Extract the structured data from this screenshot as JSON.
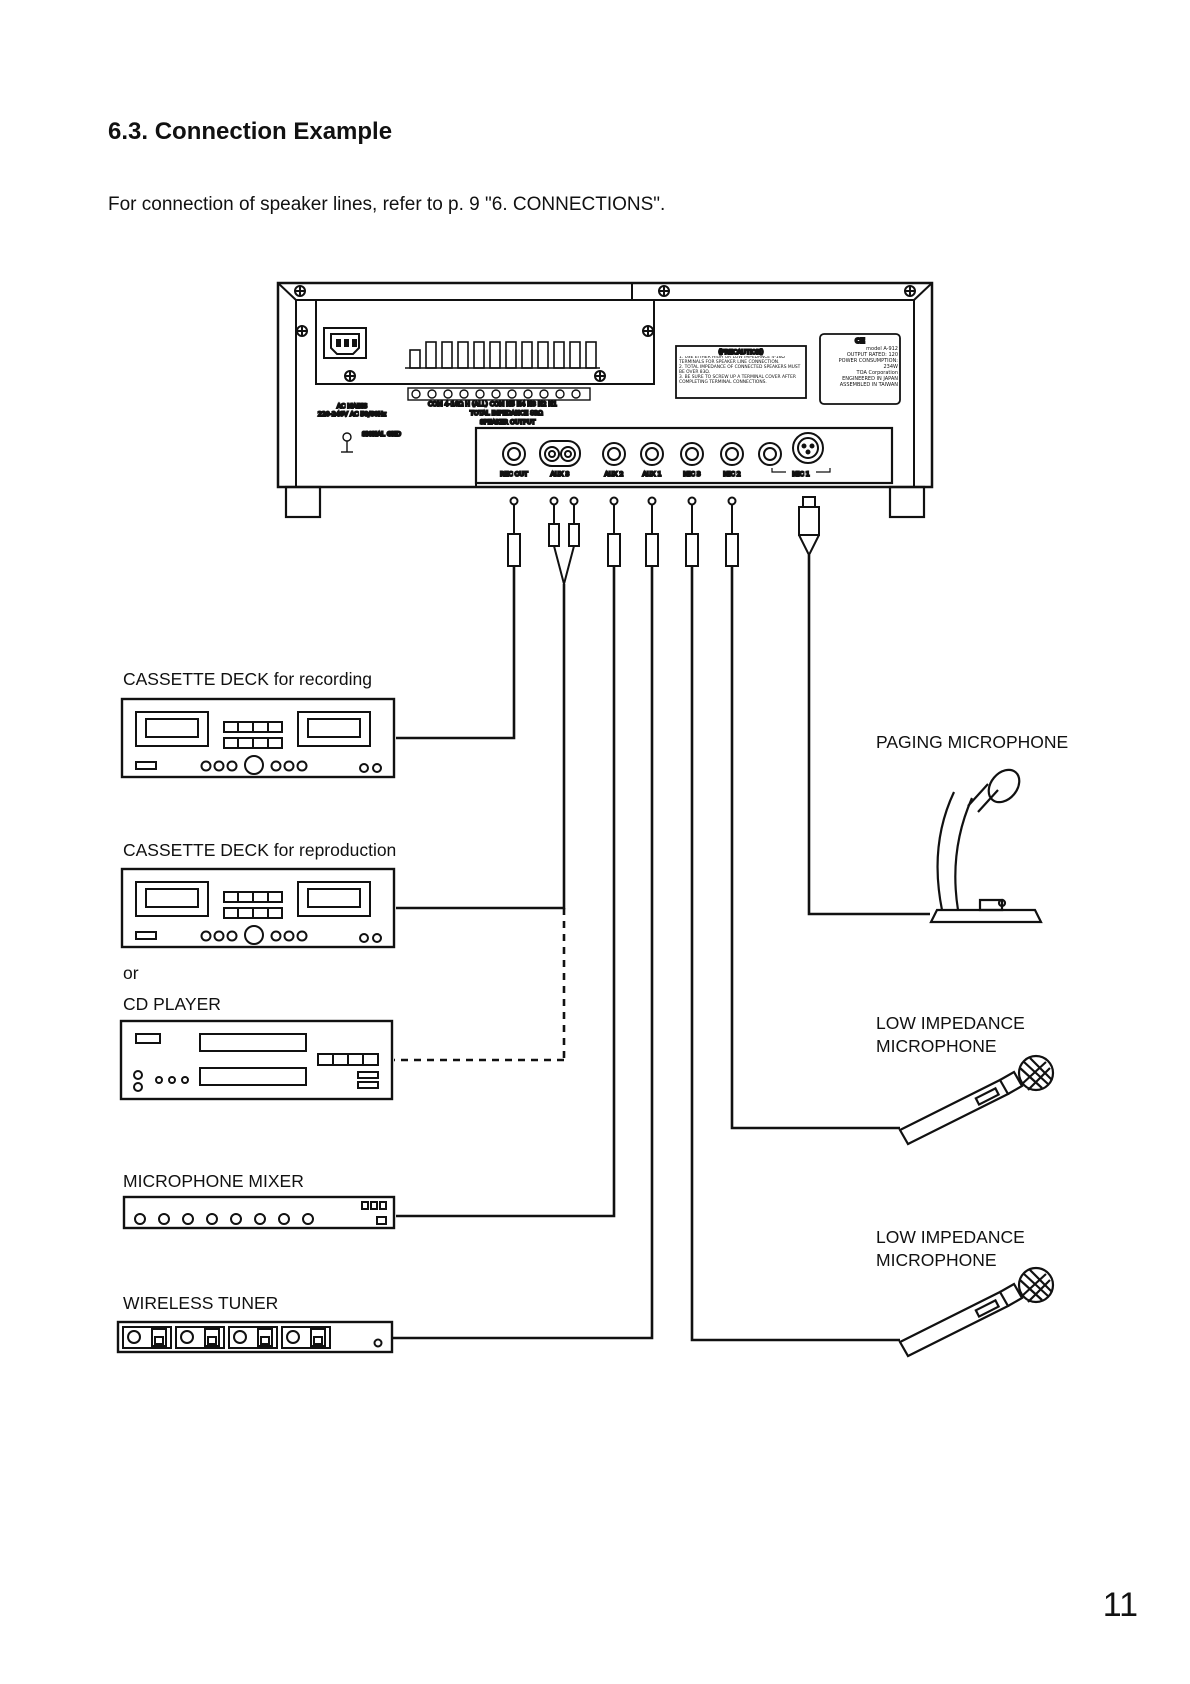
{
  "heading": "6.3. Connection Example",
  "intro": "For connection of speaker lines, refer to p. 9 \"6. CONNECTIONS\".",
  "page_number": "11",
  "amplifier": {
    "ac_mains": "AC MAINS",
    "ac_mains_spec": "220-240V  AC 50/60Hz",
    "signal_gnd": "SIGNAL GND",
    "speaker_terminals": "COM 4-16Ω  H  (ALL) COM  N5  N4  N3  N2  N1",
    "total_impedance": "TOTAL IMPEDANCE 83Ω",
    "speaker_output": "SPEAKER OUTPUT",
    "precaution_title": "(PRECAUTION)",
    "precaution_1": "1. USE EITHER HIGH OR LOW IMPEDANCE 4-16Ω TERMINALS FOR SPEAKER LINE CONNECTION.",
    "precaution_2": "2. TOTAL IMPEDANCE OF CONNECTED SPEAKERS MUST BE OVER 83Ω.",
    "precaution_3": "3. BE SURE TO SCREW UP A TERMINAL COVER AFTER COMPLETING TERMINAL CONNECTIONS.",
    "ce_mark": "CE",
    "model": "model  A-912",
    "output_rated": "OUTPUT RATED: 120",
    "power_consumption": "POWER CONSUMPTION:",
    "power_value": "234W",
    "maker": "TOA Corporation",
    "engineered": "ENGINEERED IN JAPAN",
    "assembled": "ASSEMBLED IN TAIWAN",
    "jacks": [
      "REC OUT",
      "AUX 3",
      "AUX 2",
      "AUX 1",
      "MIC 3",
      "MIC 2",
      "MIC 1"
    ]
  },
  "devices": {
    "rec_deck": "CASSETTE DECK for recording",
    "repro_deck": "CASSETTE DECK for reproduction",
    "or_text": "or",
    "cd_player": "CD PLAYER",
    "mixer": "MICROPHONE MIXER",
    "tuner": "WIRELESS TUNER",
    "paging_mic": "PAGING MICROPHONE",
    "low_mic_1": [
      "LOW IMPEDANCE",
      "MICROPHONE"
    ],
    "low_mic_2": [
      "LOW IMPEDANCE",
      "MICROPHONE"
    ]
  }
}
